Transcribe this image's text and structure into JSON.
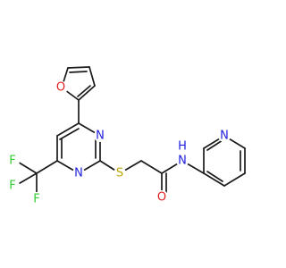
{
  "molecule": {
    "colors": {
      "bond": "#1a1a1a",
      "nitrogen": "#1f1fdc",
      "oxygen": "#e02020",
      "sulfur": "#b9a800",
      "fluorine": "#33cc33",
      "carbon": "#1a1a1a"
    },
    "atoms": {
      "furan_o": "O",
      "pyrimidine_n1": "N",
      "pyrimidine_n3": "N",
      "thioether_s": "S",
      "amide_o": "O",
      "amide_n": "N",
      "amide_h": "H",
      "pyridine_n": "N",
      "fluorine_1": "F",
      "fluorine_2": "F",
      "fluorine_3": "F"
    }
  }
}
